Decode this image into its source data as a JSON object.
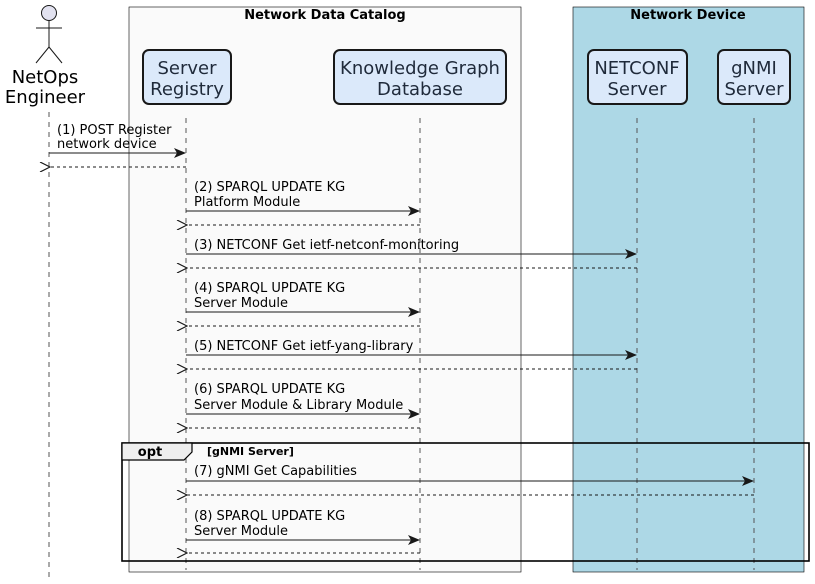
{
  "boxes": {
    "catalog": {
      "title": "Network Data Catalog",
      "fill": "#fafafa"
    },
    "device": {
      "title": "Network Device",
      "fill": "#add8e6"
    }
  },
  "actor": {
    "lines": [
      "NetOps",
      "Engineer"
    ]
  },
  "participants": {
    "server_registry": {
      "lines": [
        "Server",
        "Registry"
      ]
    },
    "kg_database": {
      "lines": [
        "Knowledge Graph",
        "Database"
      ]
    },
    "netconf_server": {
      "lines": [
        "NETCONF",
        "Server"
      ]
    },
    "gnmi_server": {
      "lines": [
        "gNMI",
        "Server"
      ]
    }
  },
  "participant_fill": "#dbe9fa",
  "messages": [
    {
      "lines": [
        "(1) POST Register",
        "network device"
      ]
    },
    {
      "lines": [
        "(2) SPARQL UPDATE KG",
        "Platform Module"
      ]
    },
    {
      "lines": [
        "(3) NETCONF Get ietf-netconf-monitoring"
      ]
    },
    {
      "lines": [
        "(4) SPARQL UPDATE KG",
        "Server Module"
      ]
    },
    {
      "lines": [
        "(5) NETCONF Get ietf-yang-library"
      ]
    },
    {
      "lines": [
        "(6) SPARQL UPDATE KG",
        "Server Module & Library Module"
      ]
    },
    {
      "lines": [
        "(7) gNMI Get Capabilities"
      ]
    },
    {
      "lines": [
        "(8) SPARQL UPDATE KG",
        "Server Module"
      ]
    }
  ],
  "fragment": {
    "keyword": "opt",
    "guard": "[gNMI Server]"
  }
}
